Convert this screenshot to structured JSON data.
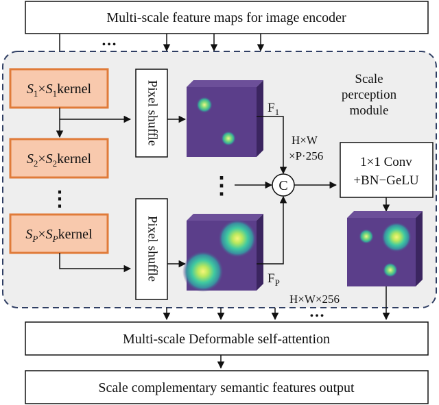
{
  "top_box": {
    "label": "Multi-scale feature maps for image encoder"
  },
  "top_ellipsis": "•••",
  "module": {
    "label_line1": "Scale",
    "label_line2": "perception",
    "label_line3": "module"
  },
  "kernels": [
    {
      "base": "S",
      "sub": "1",
      "label": "kernel"
    },
    {
      "base": "S",
      "sub": "2",
      "label": "kernel"
    },
    {
      "base": "S",
      "sub": "P",
      "label": "kernel"
    }
  ],
  "kernel_ellipsis": "⋮",
  "pixel_shuffle": {
    "label": "Pixel shuffle"
  },
  "feature_maps": [
    {
      "label": "F",
      "sub": "1"
    },
    {
      "label": "F",
      "sub": "P"
    }
  ],
  "middle_ellipsis": "⋮",
  "concat": {
    "symbol": "C"
  },
  "concat_dims": {
    "line1": "H×W",
    "line2": "×P·256"
  },
  "conv_box": {
    "line1": "1×1 Conv",
    "line2": "+BN−GeLU"
  },
  "output_dims": "H×W×256",
  "bottom_ellipsis": "•••",
  "attention_box": {
    "label": "Multi-scale Deformable self-attention"
  },
  "output_box": {
    "label": "Scale complementary semantic features output"
  },
  "colors": {
    "kernel_fill": "#f8c9ad",
    "kernel_border": "#e07b39",
    "module_fill": "#eeeeee",
    "module_border": "#2f3e63",
    "map_base": "#5b3e8a",
    "map_side": "#3b2560",
    "map_top": "#6c4f99",
    "blob_center": "#f3f58a",
    "blob_mid": "#3fc9a1"
  }
}
